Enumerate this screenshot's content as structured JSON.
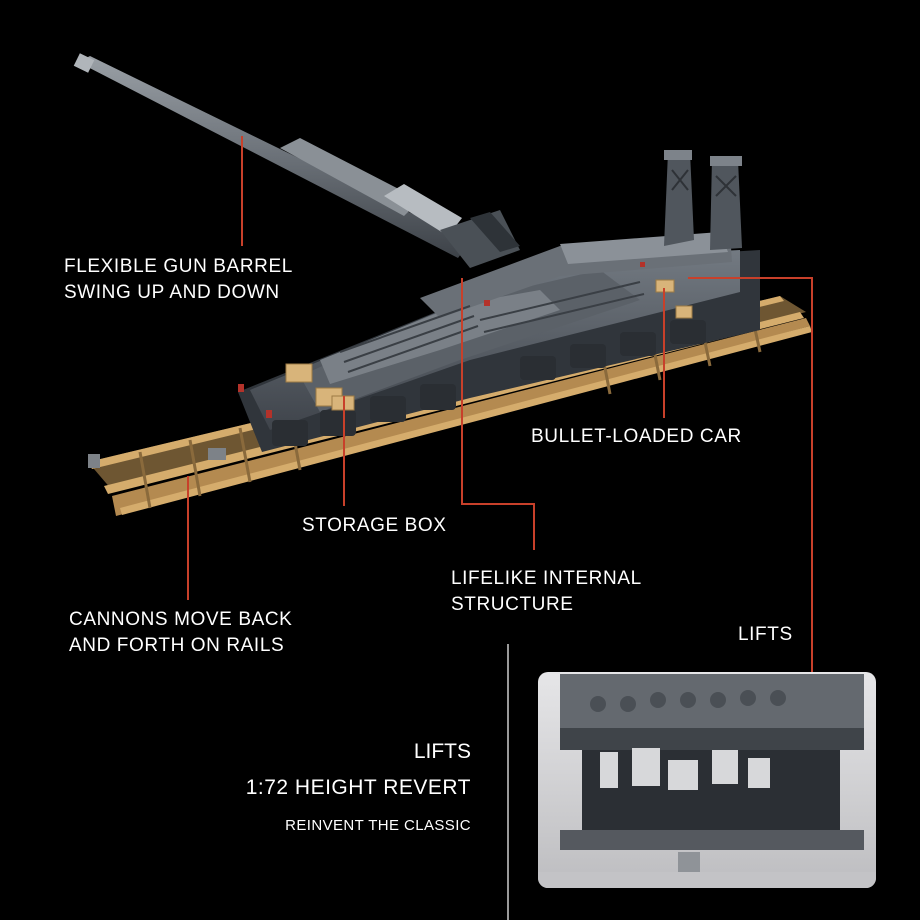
{
  "callouts": {
    "barrel": [
      "FLEXIBLE GUN BARREL",
      "SWING UP AND DOWN"
    ],
    "bullet_car": "BULLET-LOADED CAR",
    "storage_box": "STORAGE BOX",
    "internal": [
      "LIFELIKE INTERNAL",
      "STRUCTURE"
    ],
    "rails": [
      "CANNONS MOVE BACK",
      "AND FORTH ON RAILS"
    ],
    "lifts": "LIFTS"
  },
  "tagline": {
    "line1": "LIFTS",
    "line2": "1:72 HEIGHT REVERT",
    "line3": "REINVENT THE CLASSIC"
  },
  "colors": {
    "background": "#000000",
    "leader_line": "#c8402a",
    "rail": "#c9a064",
    "model_grey": "#5a6068",
    "text": "#ffffff"
  }
}
